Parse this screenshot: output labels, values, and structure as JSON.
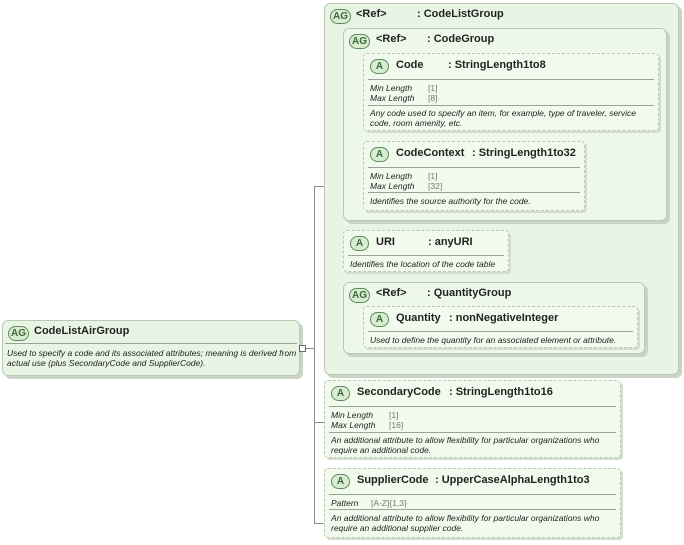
{
  "root": {
    "badge": "AG",
    "name": "CodeListAirGroup",
    "description": "Used to specify a code and its associated attributes; meaning is derived from actual use (plus SecondaryCode and SupplierCode)."
  },
  "code_list_group": {
    "badge": "AG",
    "ref": "<Ref>",
    "name": ": CodeListGroup",
    "code_group": {
      "badge": "AG",
      "ref": "<Ref>",
      "name": ": CodeGroup",
      "code": {
        "badge": "A",
        "name": "Code",
        "type": ": StringLength1to8",
        "facets": [
          {
            "label": "Min Length",
            "value": "[1]"
          },
          {
            "label": "Max Length",
            "value": "[8]"
          }
        ],
        "description": "Any code used to specify an item, for example, type of traveler, service code, room amenity, etc."
      },
      "code_context": {
        "badge": "A",
        "name": "CodeContext",
        "type": ": StringLength1to32",
        "facets": [
          {
            "label": "Min Length",
            "value": "[1]"
          },
          {
            "label": "Max Length",
            "value": "[32]"
          }
        ],
        "description": "Identifies the source authority for the code."
      }
    },
    "uri": {
      "badge": "A",
      "name": "URI",
      "type": ": anyURI",
      "description": "Identifies the location of the code table"
    },
    "quantity_group": {
      "badge": "AG",
      "ref": "<Ref>",
      "name": ": QuantityGroup",
      "quantity": {
        "badge": "A",
        "name": "Quantity",
        "type": ": nonNegativeInteger",
        "description": "Used to define the quantity for an associated element or attribute."
      }
    }
  },
  "secondary_code": {
    "badge": "A",
    "name": "SecondaryCode",
    "type": ": StringLength1to16",
    "facets": [
      {
        "label": "Min Length",
        "value": "[1]"
      },
      {
        "label": "Max Length",
        "value": "[16]"
      }
    ],
    "description": "An additional attribute to allow flexibility for particular organizations who require an additional code."
  },
  "supplier_code": {
    "badge": "A",
    "name": "SupplierCode",
    "type": ": UpperCaseAlphaLength1to3",
    "facets": [
      {
        "label": "Pattern",
        "value": "[A-Z]{1,3}"
      }
    ],
    "description": "An additional attribute to allow flexibility for particular organizations who require an additional supplier code."
  }
}
